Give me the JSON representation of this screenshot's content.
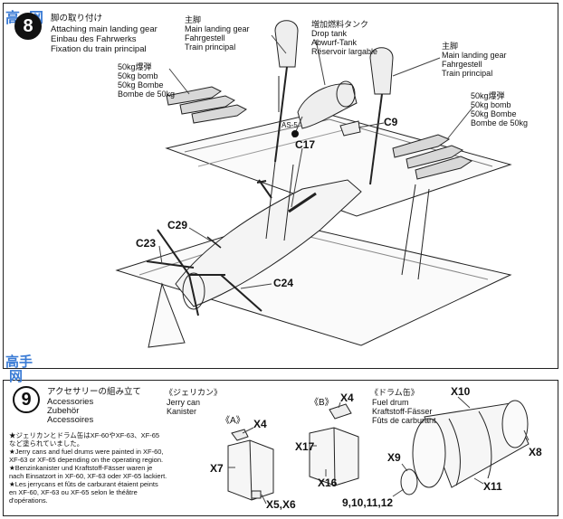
{
  "watermark": {
    "left": "高",
    "right": "网",
    "bottom_left": "高手",
    "bottom_right": "网"
  },
  "step8": {
    "number": "8",
    "title": {
      "jp": "脚の取り付け",
      "en": "Attaching main landing gear",
      "de": "Einbau des Fahrwerks",
      "fr": "Fixation du train principal"
    },
    "main_gear_left": [
      "主脚",
      "Main landing gear",
      "Fahrgestell",
      "Train principal"
    ],
    "main_gear_right": [
      "主脚",
      "Main landing gear",
      "Fahrgestell",
      "Train principal"
    ],
    "drop_tank": [
      "増加燃料タンク",
      "Drop tank",
      "Abwurf-Tank",
      "Réservoir largable"
    ],
    "bomb_left": [
      "50kg爆弾",
      "50kg bomb",
      "50kg Bombe",
      "Bombe de 50kg"
    ],
    "bomb_right": [
      "50kg爆弾",
      "50kg bomb",
      "50kg Bombe",
      "Bombe de 50kg"
    ],
    "parts": {
      "as5": "AS-5",
      "c17": "C17",
      "c9": "C9",
      "c29": "C29",
      "c23": "C23",
      "c24": "C24"
    }
  },
  "step9": {
    "number": "9",
    "title": {
      "jp": "アクセサリーの組み立て",
      "en": "Accessories",
      "de": "Zubehör",
      "fr": "Accessoires"
    },
    "jerry": {
      "jp": "《ジェリカン》",
      "en": "Jerry can",
      "de": "Kanister"
    },
    "drum": {
      "jp": "《ドラム缶》",
      "en": "Fuel drum",
      "de": "Kraftstoff-Fässer",
      "fr": "Fûts de carburant"
    },
    "notes": [
      "★ジェリカンとドラム缶はXF-60やXF-63、XF-65",
      "など塗られていました。",
      "★Jerry cans and fuel drums were painted in XF-60,",
      "XF-63 or XF-65 depending on the operating region.",
      "★Benzinkanister und Kraftstoff-Fässer waren je",
      "nach Einsatzort in XF-60, XF-63 oder XF-65 lackiert.",
      "★Les jerrycans et fûts de carburant étaient peints",
      "en XF-60, XF-63 ou XF-65 selon le théâtre",
      "d'opérations."
    ],
    "marks": {
      "a": "《A》",
      "b": "《B》"
    },
    "parts": {
      "x4a": "X4",
      "x7": "X7",
      "x56": "X5,X6",
      "x4b": "X4",
      "x17": "X17",
      "x16": "X16",
      "x10": "X10",
      "x8": "X8",
      "x9": "X9",
      "x11": "X11",
      "x9_12": "9,10,11,12"
    }
  }
}
